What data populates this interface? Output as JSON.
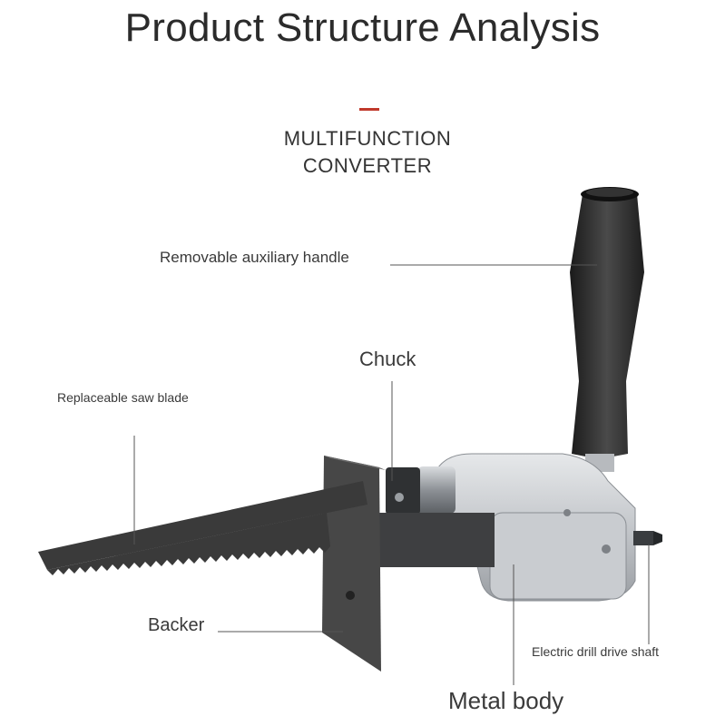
{
  "header": {
    "title": "Product Structure Analysis",
    "subtitle": "MULTIFUNCTION\nCONVERTER",
    "accent_color": "#c0392b"
  },
  "labels": {
    "handle": "Removable auxiliary handle",
    "chuck": "Chuck",
    "blade": "Replaceable saw blade",
    "backer": "Backer",
    "drive_shaft": "Electric drill drive shaft",
    "metal_body": "Metal body"
  },
  "colors": {
    "handle": "#2a2a2a",
    "blade": "#3a3a3a",
    "body": "#c9ccd0",
    "backer": "#474747"
  }
}
